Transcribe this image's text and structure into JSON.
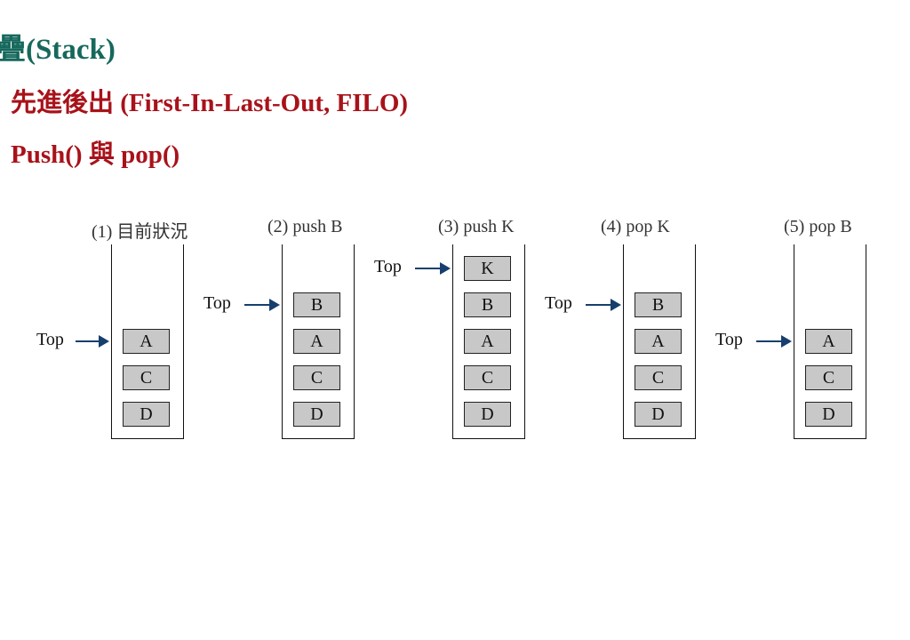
{
  "slide": {
    "title": "疊(Stack)",
    "bullet1": "先進後出 (First-In-Last-Out, FILO)",
    "bullet2": "Push() 與 pop()"
  },
  "top_label": "Top",
  "stacks": [
    {
      "label": "(1) 目前狀況",
      "items": [
        "A",
        "C",
        "D"
      ]
    },
    {
      "label": "(2)  push B",
      "items": [
        "B",
        "A",
        "C",
        "D"
      ]
    },
    {
      "label": "(3)  push K",
      "items": [
        "K",
        "B",
        "A",
        "C",
        "D"
      ]
    },
    {
      "label": "(4)  pop K",
      "items": [
        "B",
        "A",
        "C",
        "D"
      ]
    },
    {
      "label": "(5)  pop B",
      "items": [
        "A",
        "C",
        "D"
      ]
    }
  ],
  "colors": {
    "title": "#16685c",
    "bullet": "#a8121a",
    "arrow": "#163f6e",
    "item": "#c8c8c8"
  }
}
